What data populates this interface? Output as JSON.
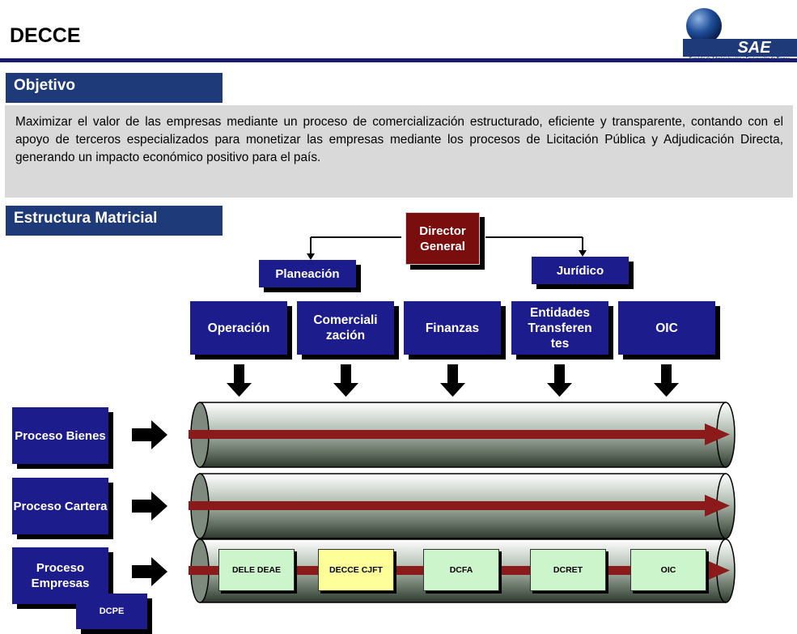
{
  "header": {
    "title": "DECCE"
  },
  "logo": {
    "text": "SAE",
    "tagline": "Servicio de Administración y Enajenación de Bienes",
    "color": "#1f3a78"
  },
  "objective": {
    "heading": "Objetivo",
    "text": "Maximizar el valor de las empresas mediante un proceso de comercialización estructurado, eficiente y transparente, contando con el apoyo de terceros especializados para monetizar las empresas mediante los procesos de Licitación Pública y Adjudicación Directa, generando un impacto económico positivo para el país."
  },
  "structure": {
    "heading": "Estructura Matricial",
    "director": "Director General",
    "staff": {
      "left": "Planeación",
      "right": "Jurídico"
    },
    "functions": [
      "Operación",
      "Comerciali zación",
      "Finanzas",
      "Entidades Transferen tes",
      "OIC"
    ],
    "processes": [
      "Proceso Bienes",
      "Proceso Cartera",
      "Proceso Empresas"
    ],
    "process_owner": "DCPE",
    "stages": [
      "DELE DEAE",
      "DECCE CJFT",
      "DCFA",
      "DCRET",
      "OIC"
    ]
  },
  "colors": {
    "navy": "#1c1c8c",
    "director": "#7a0d0d",
    "pipe_arrow": "#8b1a1a",
    "stage_green": "#ccf5cc",
    "stage_yellow": "#ffff99"
  }
}
